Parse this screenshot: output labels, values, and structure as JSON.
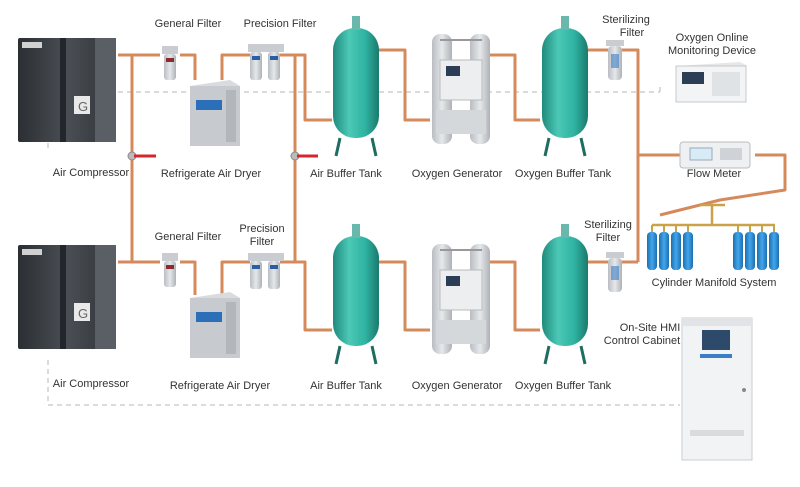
{
  "colors": {
    "pipe": "#d58a5c",
    "pipe_dark": "#a8603a",
    "tank": "#2fb3a2",
    "tank_dark": "#1f8a7c",
    "compressor": "#3a3f44",
    "dashed_line": "#cfcfcf",
    "valve_handle": "#d6262b",
    "cylinder": "#2a8fd8"
  },
  "labels": {
    "air_compressor_top": "Air Compressor",
    "air_compressor_bottom": "Air Compressor",
    "general_filter_top": "General Filter",
    "general_filter_bottom": "General Filter",
    "precision_filter_top": "Precision  Filter",
    "precision_filter_bottom_1": "Precision",
    "precision_filter_bottom_2": "Filter",
    "dryer_top": "Refrigerate Air Dryer",
    "dryer_bottom": "Refrigerate Air Dryer",
    "air_tank_top": "Air Buffer Tank",
    "air_tank_bottom": "Air Buffer Tank",
    "oxygen_generator_top": "Oxygen Generator",
    "oxygen_generator_bottom": "Oxygen Generator",
    "oxygen_tank_top": "Oxygen Buffer Tank",
    "oxygen_tank_bottom": "Oxygen Buffer Tank",
    "sterilizing_top_1": "Sterilizing",
    "sterilizing_top_2": "Filter",
    "sterilizing_bottom_1": "Sterilizing",
    "sterilizing_bottom_2": "Filter",
    "monitor_1": "Oxygen Online",
    "monitor_2": "Monitoring Device",
    "flow_meter": "Flow Meter",
    "manifold": "Cylinder Manifold System",
    "hmi_1": "On-Site HMI",
    "hmi_2": "Control Cabinet"
  },
  "icons": {
    "compressor": "air-compressor-icon",
    "filter": "filter-icon",
    "dryer": "air-dryer-icon",
    "tank": "buffer-tank-icon",
    "generator": "oxygen-generator-icon",
    "monitor": "monitoring-device-icon",
    "flow_meter": "flow-meter-icon",
    "cylinders": "gas-cylinder-icon",
    "cabinet": "control-cabinet-icon"
  }
}
